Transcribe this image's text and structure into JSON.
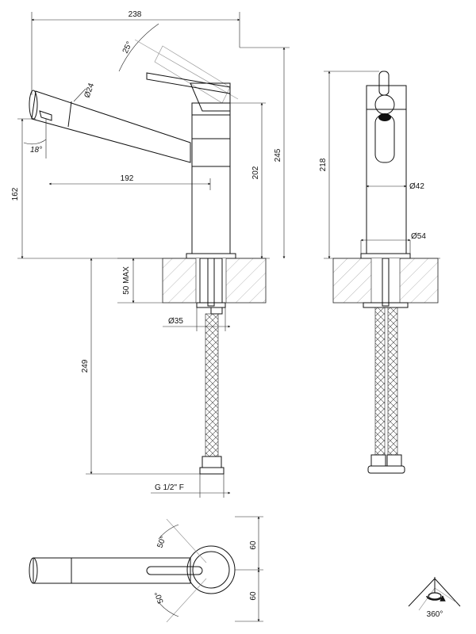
{
  "dimensions": {
    "overall_width": "238",
    "lever_angle": "25°",
    "spout_diameter": "Ø24",
    "aerator_angle": "18°",
    "spout_reach": "192",
    "spout_height": "162",
    "body_height": "202",
    "total_height": "245",
    "deck_thickness": "50 MAX",
    "shank_diameter": "Ø35",
    "hose_length": "249",
    "hose_thread": "G 1/2\" F",
    "side_height": "218",
    "body_diameter": "Ø42",
    "base_diameter": "Ø54",
    "swing_left": "50°",
    "swing_right": "50°",
    "handle_offset_top": "60",
    "handle_offset_bottom": "60",
    "rotation": "360°"
  }
}
